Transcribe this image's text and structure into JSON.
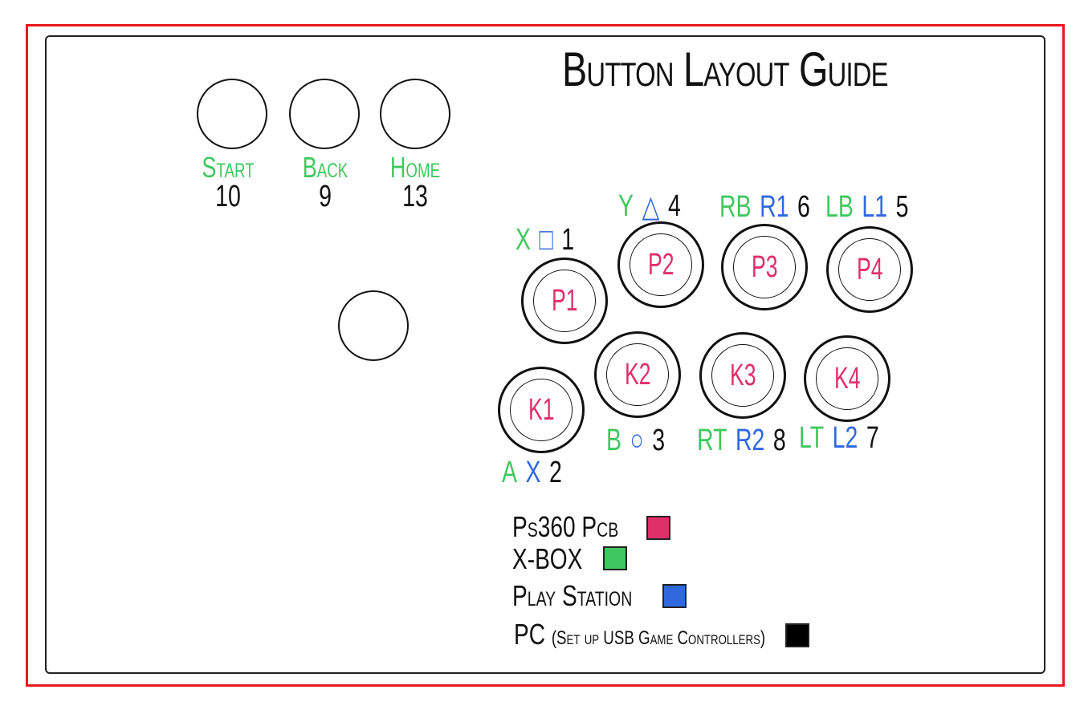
{
  "title": "Button Layout Guide",
  "colors": {
    "ps360_pcb": "#e0306a",
    "xbox": "#40c860",
    "playstation": "#3068e0",
    "pc": "#000000",
    "frame": "#e8181e"
  },
  "function_buttons": [
    {
      "label": "Start",
      "number": "10"
    },
    {
      "label": "Back",
      "number": "9"
    },
    {
      "label": "Home",
      "number": "13"
    }
  ],
  "joystick": {
    "icon": "joystick-circle"
  },
  "buttons": [
    {
      "name": "P1",
      "xbox": "X",
      "ps": "□",
      "pc": "1"
    },
    {
      "name": "P2",
      "xbox": "Y",
      "ps": "△",
      "pc": "4"
    },
    {
      "name": "P3",
      "xbox": "RB",
      "ps": "R1",
      "pc": "6"
    },
    {
      "name": "P4",
      "xbox": "LB",
      "ps": "L1",
      "pc": "5"
    },
    {
      "name": "K1",
      "xbox": "A",
      "ps": "X",
      "pc": "2"
    },
    {
      "name": "K2",
      "xbox": "B",
      "ps": "○",
      "pc": "3"
    },
    {
      "name": "K3",
      "xbox": "RT",
      "ps": "R2",
      "pc": "8"
    },
    {
      "name": "K4",
      "xbox": "LT",
      "ps": "L2",
      "pc": "7"
    }
  ],
  "legend": [
    {
      "label": "Ps360 Pcb",
      "color": "#e0306a"
    },
    {
      "label": "X-BOX",
      "color": "#40c860"
    },
    {
      "label": "Play Station",
      "color": "#3068e0"
    },
    {
      "label": "PC",
      "note": "(Set up USB Game Controllers)",
      "color": "#000000"
    }
  ]
}
